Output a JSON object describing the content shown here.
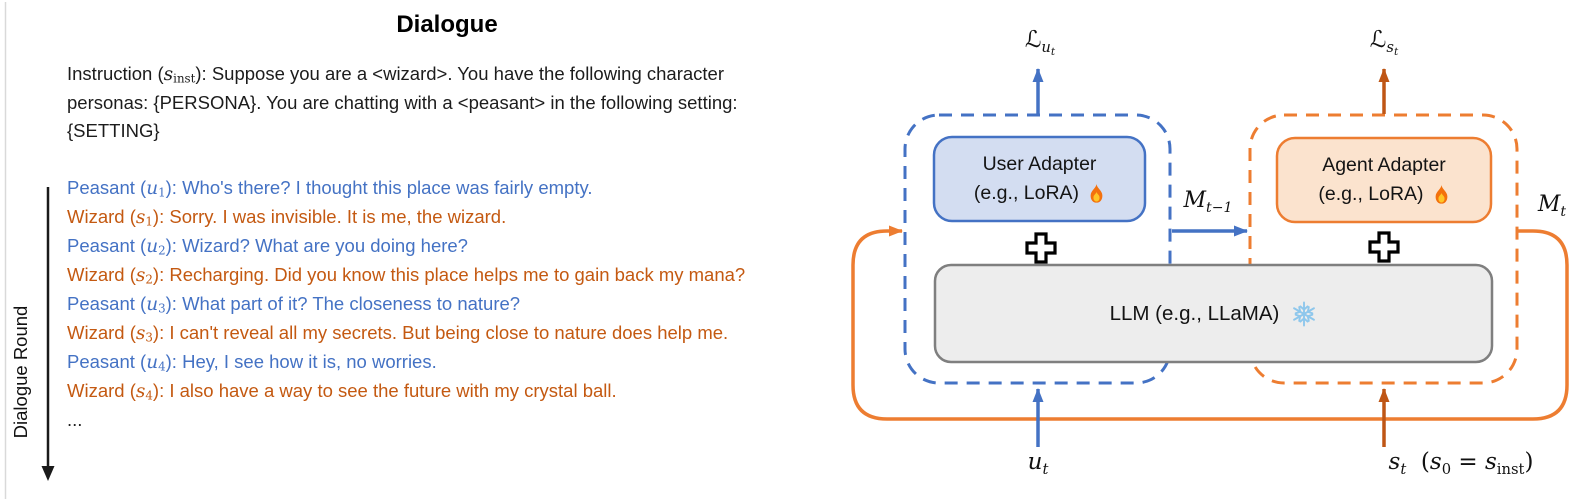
{
  "figure": {
    "title": "Dialogue",
    "round_label": "Dialogue Round",
    "instruction": {
      "prefix": "Instruction (",
      "var": "s",
      "var_sub": "inst",
      "suffix": "): Suppose you are a <wizard>. You have the following character personas: {PERSONA}. You are chatting with a <peasant> in the following setting: {SETTING}"
    },
    "dialogue": [
      {
        "speaker": "Peasant",
        "var": "u",
        "idx": "1",
        "text": "Who's there? I thought this place was fairly empty.",
        "role": "peasant"
      },
      {
        "speaker": "Wizard",
        "var": "s",
        "idx": "1",
        "text": "Sorry. I was invisible. It is me, the wizard.",
        "role": "wizard"
      },
      {
        "speaker": "Peasant",
        "var": "u",
        "idx": "2",
        "text": "Wizard? What are you doing here?",
        "role": "peasant"
      },
      {
        "speaker": "Wizard",
        "var": "s",
        "idx": "2",
        "text": "Recharging. Did you know this place helps me to gain back my mana?",
        "role": "wizard"
      },
      {
        "speaker": "Peasant",
        "var": "u",
        "idx": "3",
        "text": "What part of it? The closeness to nature?",
        "role": "peasant"
      },
      {
        "speaker": "Wizard",
        "var": "s",
        "idx": "3",
        "text": "I can't reveal all my secrets. But being close to nature does help me.",
        "role": "wizard"
      },
      {
        "speaker": "Peasant",
        "var": "u",
        "idx": "4",
        "text": "Hey, I see how it is, no worries.",
        "role": "peasant"
      },
      {
        "speaker": "Wizard",
        "var": "s",
        "idx": "4",
        "text": "I also have a way to see the future with my crystal ball.",
        "role": "wizard"
      },
      {
        "speaker": null,
        "text": "...",
        "role": "ellipsis"
      }
    ]
  },
  "diagram": {
    "user_adapter": {
      "line1": "User Adapter",
      "line2": "(e.g., LoRA)",
      "icon": "flame-icon"
    },
    "agent_adapter": {
      "line1": "Agent Adapter",
      "line2": "(e.g., LoRA)",
      "icon": "flame-icon"
    },
    "llm": {
      "label": "LLM (e.g., LLaMA)",
      "icon": "snowflake-icon"
    },
    "labels": {
      "loss_user": [
        {
          "t": "ℒ"
        },
        {
          "t": "u",
          "lvl": 1,
          "it": true
        },
        {
          "t": "t",
          "lvl": 2,
          "it": true
        }
      ],
      "loss_agent": [
        {
          "t": "ℒ"
        },
        {
          "t": "s",
          "lvl": 1,
          "it": true
        },
        {
          "t": "t",
          "lvl": 2,
          "it": true
        }
      ],
      "memory_prev": [
        {
          "t": "M",
          "it": true
        },
        {
          "t": "t−1",
          "lvl": 1,
          "it": true
        }
      ],
      "memory_t": [
        {
          "t": "M",
          "it": true
        },
        {
          "t": "t",
          "lvl": 1,
          "it": true
        }
      ],
      "user_input": [
        {
          "t": "u",
          "it": true
        },
        {
          "t": "t",
          "lvl": 1,
          "it": true
        }
      ],
      "agent_input": [
        {
          "t": "s",
          "it": true
        },
        {
          "t": "t",
          "lvl": 1,
          "it": true
        },
        {
          "t": "  (",
          "lvl": 0
        },
        {
          "t": "s",
          "it": true
        },
        {
          "t": "0",
          "lvl": 1
        },
        {
          "t": " = ",
          "lvl": 0
        },
        {
          "t": "s",
          "it": true
        },
        {
          "t": "inst",
          "lvl": 1
        },
        {
          "t": ")",
          "lvl": 0
        }
      ]
    }
  },
  "colors": {
    "peasant_color": "#4472C4",
    "wizard_color": "#C45911",
    "ellipsis_color": "#1f1f1f",
    "accent_blue": "#4472C4",
    "accent_orange": "#ED7D31",
    "dark_orange": "#BF5615",
    "user_fill": "#D3DDF1",
    "agent_fill": "#FBE3CE",
    "llm_fill": "#EDEDED",
    "llm_border": "#7F7F7F",
    "flame_orange": "#F3710D",
    "flame_yellow": "#FFC527",
    "snow_blue": "#8EC7EC",
    "ink": "#1a1a1a",
    "border_gray": "#D9D9D9"
  }
}
